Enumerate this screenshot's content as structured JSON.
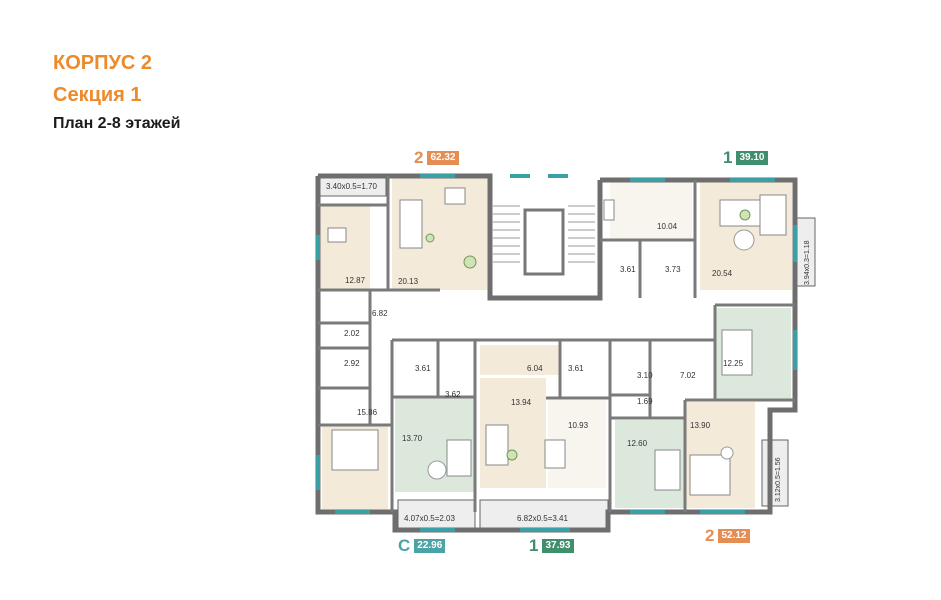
{
  "header": {
    "building": "КОРПУС 2",
    "section": "Секция 1",
    "plan": "План 2-8 этажей"
  },
  "apartments": [
    {
      "rooms": "2",
      "area": "62.32",
      "color": "#e58e54"
    },
    {
      "rooms": "1",
      "area": "39.10",
      "color": "#3f8f6c"
    },
    {
      "rooms": "С",
      "area": "22.96",
      "color": "#4aa3a6"
    },
    {
      "rooms": "1",
      "area": "37.93",
      "color": "#3f8f6c"
    },
    {
      "rooms": "2",
      "area": "52.12",
      "color": "#e58e54"
    }
  ],
  "rooms": {
    "balcony_top_left": "3.40x0.5=1.70",
    "kitchen_a": "12.87",
    "living_a": "20.13",
    "hall_a": "6.82",
    "bath_a1": "2.02",
    "bath_a2": "2.92",
    "bedroom_a": "15.86",
    "kitchen_b": "10.04",
    "bath_b": "3.61",
    "hall_b": "3.73",
    "living_b": "20.54",
    "balcony_b": "3.94x0.3=1.18",
    "bath_c": "3.61",
    "hall_c": "3.62",
    "studio_c": "13.70",
    "balcony_c": "4.07x0.5=2.03",
    "hall_d": "6.04",
    "bath_d": "3.61",
    "living_d": "13.94",
    "kitchen_d": "10.93",
    "balcony_d": "6.82x0.5=3.41",
    "bath_e1": "3.10",
    "bath_e2": "1.69",
    "hall_e": "7.02",
    "bedroom_e": "12.25",
    "kitchen_e": "12.60",
    "living_e": "13.90",
    "balcony_e": "3.12x0.5=1.56"
  }
}
